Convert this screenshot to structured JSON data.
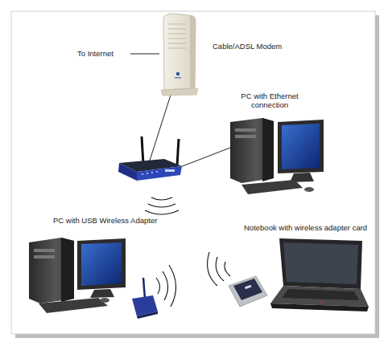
{
  "diagram": {
    "nodes": [
      {
        "text": [
          "Cable/ADSL Modem"
        ]
      },
      {
        "text": [
          "PC with Ethernet connection"
        ]
      },
      {
        "text": [
          "PC with USB Wireless Adapter"
        ]
      },
      {
        "text": [
          "Notebook with wireless adapter card"
        ]
      }
    ],
    "labels": [
      "To Internet"
    ]
  }
}
